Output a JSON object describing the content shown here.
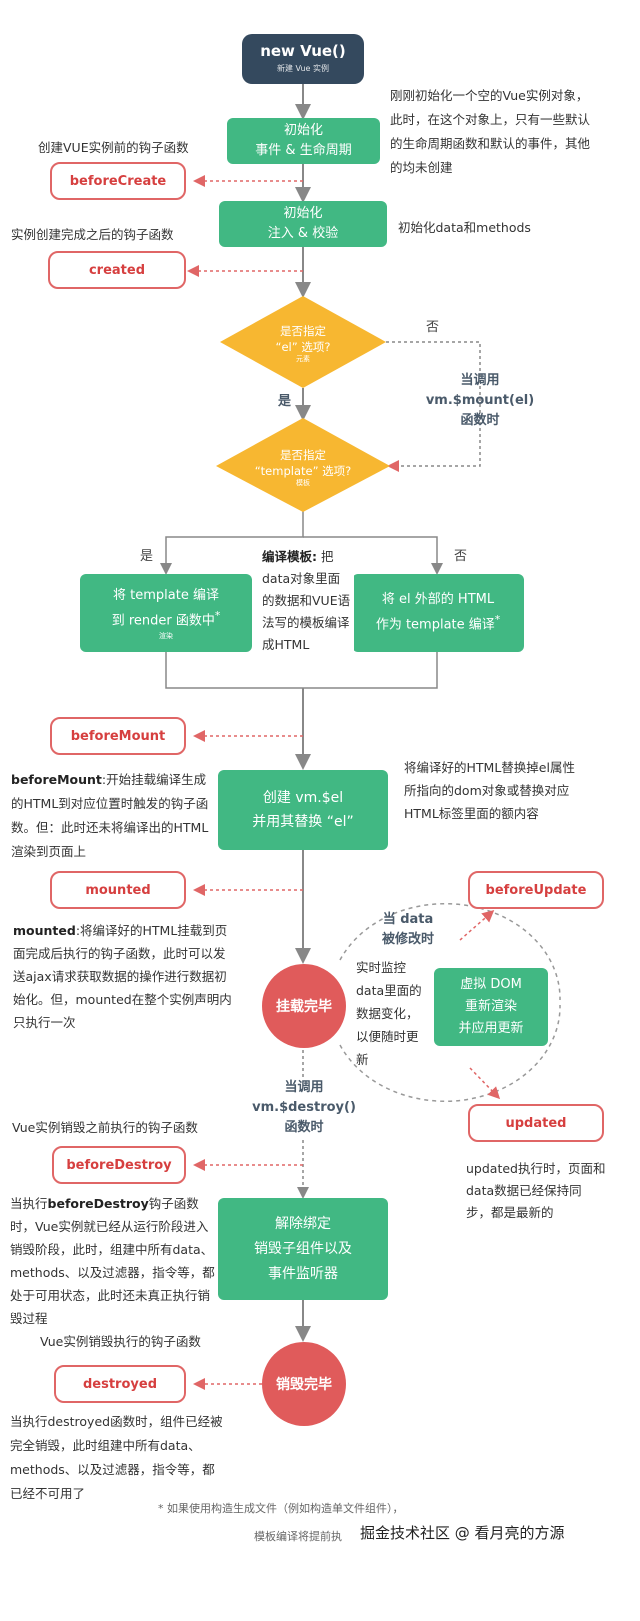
{
  "start": {
    "title": "new Vue()",
    "subtitle": "新建 Vue 实例"
  },
  "init_events": {
    "line1": "初始化",
    "line2": "事件 & 生命周期"
  },
  "init_events_note": "刚刚初始化一个空的Vue实例对象，此时，在这个对象上，只有一些默认的生命周期函数和默认的事件，其他的均未创建",
  "before_create_note": "创建VUE实例前的钩子函数",
  "before_create": "beforeCreate",
  "init_inject": {
    "line1": "初始化",
    "line2": "注入 & 校验"
  },
  "init_inject_note": "初始化data和methods",
  "created_note": "实例创建完成之后的钩子函数",
  "created": "created",
  "diamond_el": {
    "line1": "是否指定",
    "line2": "“el” 选项?",
    "small": "元素"
  },
  "no_label_1": "否",
  "yes_label_1": "是",
  "mount_call": {
    "line1": "当调用",
    "line2": "vm.$mount(el)",
    "line3": "函数时"
  },
  "diamond_template": {
    "line1": "是否指定",
    "line2": "“template” 选项?",
    "small": "模板"
  },
  "yes_label_2": "是",
  "no_label_2": "否",
  "compile_left": {
    "line1": "将 template 编译",
    "line2": "到 render 函数中",
    "star": "*",
    "small": "渲染"
  },
  "compile_right": {
    "line1": "将 el 外部的 HTML",
    "line2": "作为 template 编译",
    "star": "*"
  },
  "compile_note": {
    "title": "编译模板:",
    "body": "把data对象里面的数据和VUE语法写的模板编译成HTML"
  },
  "before_mount": "beforeMount",
  "before_mount_note": {
    "name": "beforeMount",
    "body": ":开始挂载编译生成的HTML到对应位置时触发的钩子函数。但：此时还未将编译出的HTML渲染到页面上"
  },
  "create_el": {
    "line1": "创建 vm.$el",
    "line2": "并用其替换 “el”"
  },
  "create_el_note": "将编译好的HTML替换掉el属性所指向的dom对象或替换对应HTML标签里面的额内容",
  "mounted": "mounted",
  "mounted_note": {
    "name": "mounted",
    "body": ":将编译好的HTML挂载到页面完成后执行的钩子函数，此时可以发送ajax请求获取数据的操作进行数据初始化。但，mounted在整个实例声明内只执行一次"
  },
  "data_change": {
    "line1": "当 data",
    "line2": "被修改时"
  },
  "before_update": "beforeUpdate",
  "watch_note": "实时监控data里面的数据变化，以便随时更新",
  "virtual_dom": {
    "line1": "虚拟 DOM",
    "line2": "重新渲染",
    "line3": "并应用更新"
  },
  "mounted_done": "挂载完毕",
  "updated": "updated",
  "updated_note": "updated执行时，页面和data数据已经保持同步，都是最新的",
  "destroy_call": {
    "line1": "当调用",
    "line2": "vm.$destroy()",
    "line3": "函数时"
  },
  "before_destroy_note": "Vue实例销毁之前执行的钩子函数",
  "before_destroy": "beforeDestroy",
  "before_destroy_desc": {
    "prefix": "当执行",
    "name": "beforeDestroy",
    "body": "钩子函数时，Vue实例就已经从运行阶段进入销毁阶段，此时，组建中所有data、methods、以及过滤器，指令等，都处于可用状态，此时还未真正执行销毁过程"
  },
  "teardown": {
    "line1": "解除绑定",
    "line2": "销毁子组件以及",
    "line3": "事件监听器"
  },
  "destroyed_note": "Vue实例销毁执行的钩子函数",
  "destroyed": "destroyed",
  "destroyed_done": "销毁完毕",
  "destroyed_desc": "当执行destroyed函数时，组件已经被完全销毁，此时组建中所有data、methods、以及过滤器，指令等，都已经不可用了",
  "footer": {
    "line1": "* 如果使用构造生成文件（例如构造单文件组件），",
    "line2": "模板编译将提前执"
  },
  "watermark": "掘金技术社区 @ 看月亮的方源",
  "colors": {
    "green": "#41b883",
    "dark": "#34495e",
    "red": "#e05b5b",
    "yellow": "#f7b731"
  }
}
